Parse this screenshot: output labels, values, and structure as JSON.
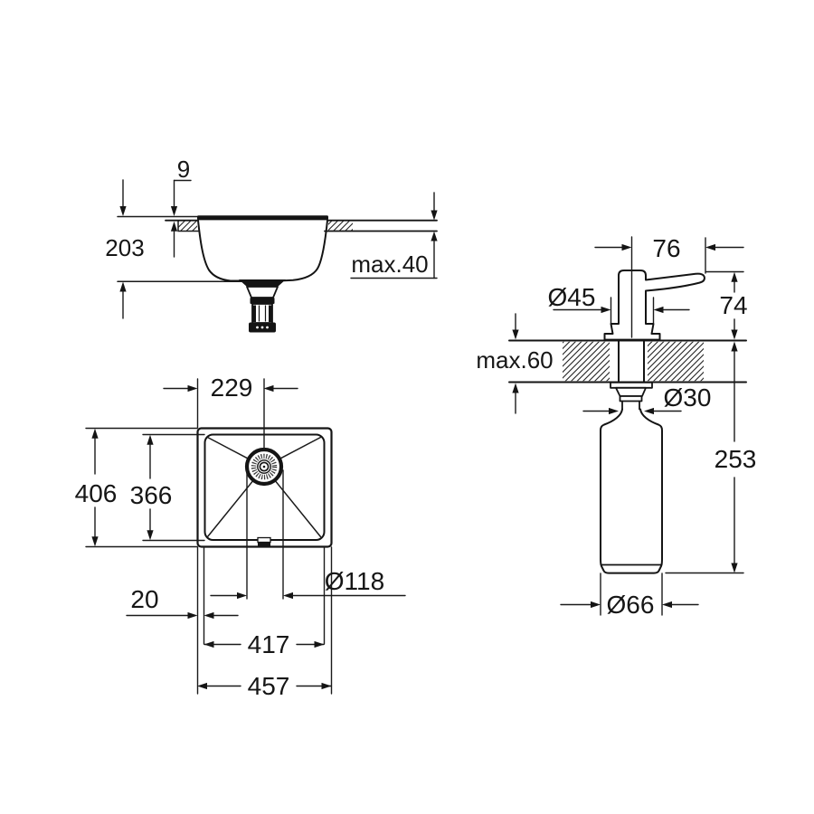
{
  "meta": {
    "drawing_type": "product dimension drawing",
    "background_color": "#ffffff",
    "line_color": "#141414"
  },
  "sink_side": {
    "rim_height": "9",
    "bowl_depth": "203",
    "countertop_thickness": "max.40"
  },
  "sink_top": {
    "drain_offset": "229",
    "outer_depth": "406",
    "inner_depth": "366",
    "rim_width": "20",
    "drain_diameter": "Ø118",
    "inner_width": "417",
    "outer_width": "457"
  },
  "dispenser": {
    "spout_reach": "76",
    "height_above_counter": "74",
    "flange_diameter": "Ø45",
    "countertop_thickness": "max.60",
    "shaft_diameter": "Ø30",
    "bottle_height": "253",
    "bottle_diameter": "Ø66"
  }
}
